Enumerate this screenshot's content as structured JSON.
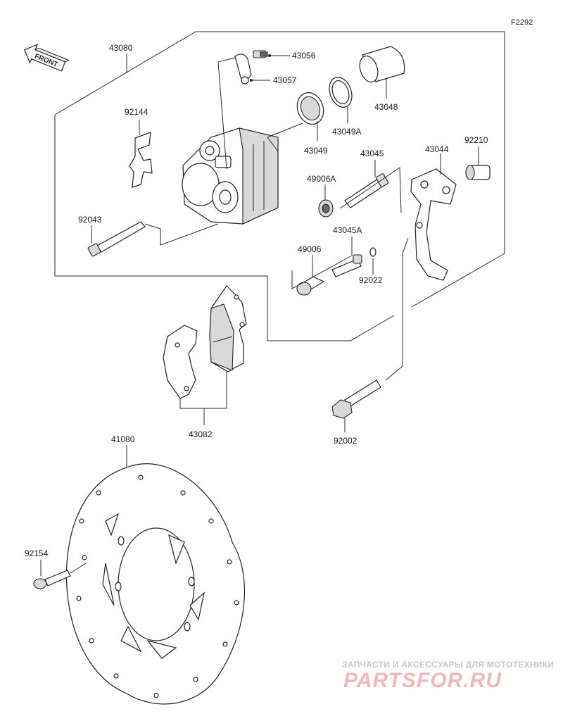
{
  "diagram_code": "F2292",
  "front_arrow_label": "FRONT",
  "part_labels": {
    "p43080": "43080",
    "p43056": "43056",
    "p43057": "43057",
    "p43048": "43048",
    "p92144": "92144",
    "p43049A": "43049A",
    "p43049": "43049",
    "p43045": "43045",
    "p43044": "43044",
    "p92210": "92210",
    "p49006A": "49006A",
    "p92043": "92043",
    "p43045A": "43045A",
    "p49006": "49006",
    "p92022": "92022",
    "p43082": "43082",
    "p92002": "92002",
    "p41080": "41080",
    "p92154": "92154"
  },
  "watermark": {
    "tagline": "ЗАПЧАСТИ И АКСЕССУАРЫ ДЛЯ МОТОТЕХНИКИ",
    "logo_text": "PARTSFOR.RU"
  }
}
